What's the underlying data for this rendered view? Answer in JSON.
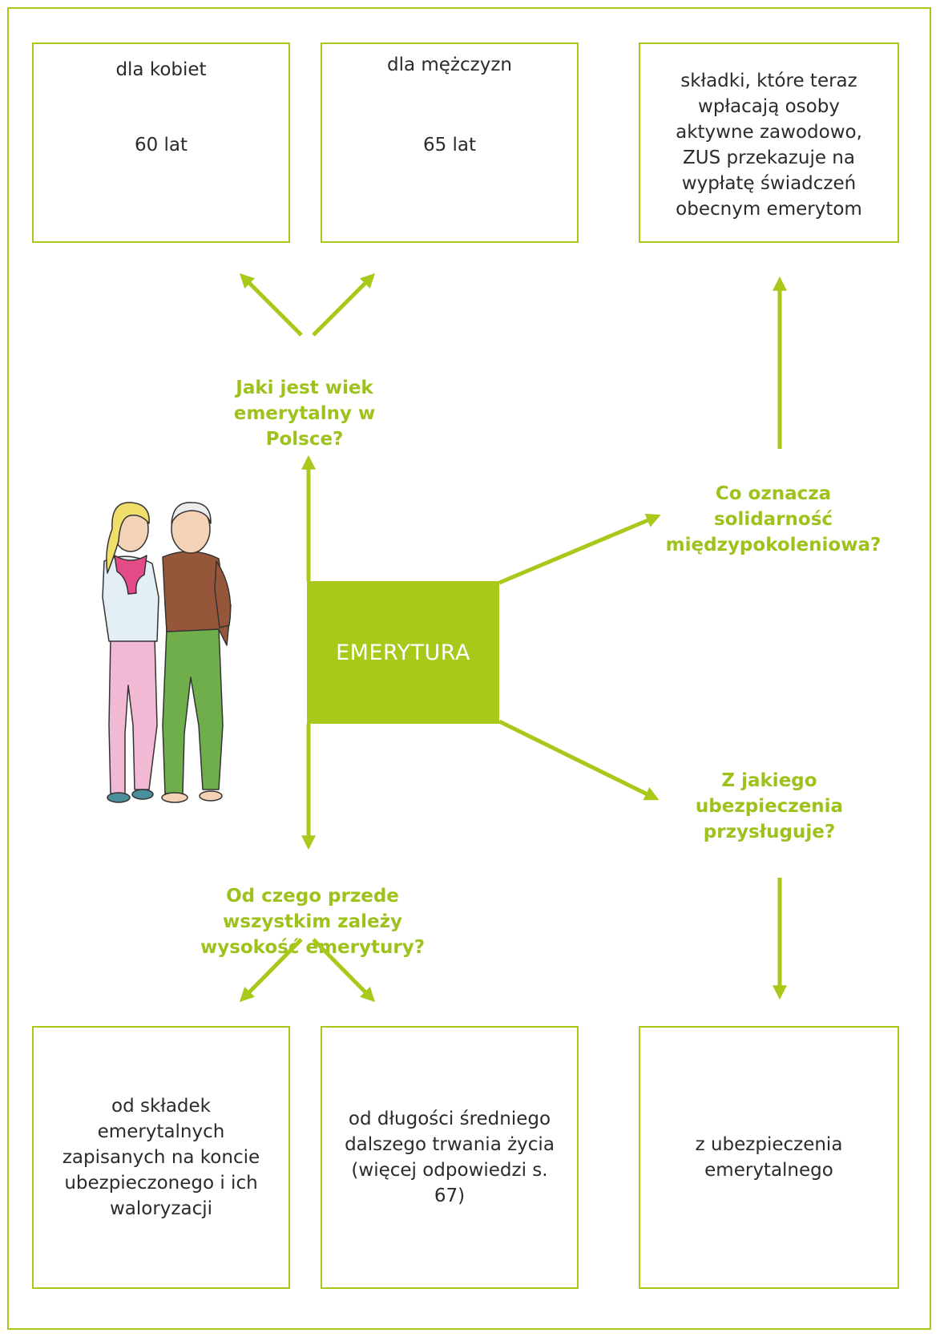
{
  "center": {
    "label": "EMERYTURA"
  },
  "questions": {
    "retirement_age": "Jaki jest wiek emerytalny w Polsce?",
    "solidarity": "Co oznacza solidarność międzypokoleniowa?",
    "insurance": "Z jakiego ubezpieczenia przysługuje?",
    "amount": "Od czego przede wszystkim zależy wysokość emerytury?"
  },
  "answers": {
    "women_label": "dla kobiet",
    "women_age": "60 lat",
    "men_label": "dla mężczyzn",
    "men_age": "65 lat",
    "solidarity": "składki, które teraz wpłacają osoby aktywne zawodowo, ZUS przekazuje na wypłatę świadczeń obecnym emerytom",
    "contributions": "od składek emerytalnych zapisanych na koncie ubezpieczonego i ich waloryzacji",
    "life_expectancy": "od długości średniego dalszego trwania życia (więcej odpowiedzi s. 67)",
    "insurance": "z ubezpieczenia emerytalnego"
  },
  "colors": {
    "accent": "#a8c81a",
    "question_text": "#9dc21c",
    "text": "#2b2b2b"
  },
  "illustration": "elderly-couple-embracing"
}
